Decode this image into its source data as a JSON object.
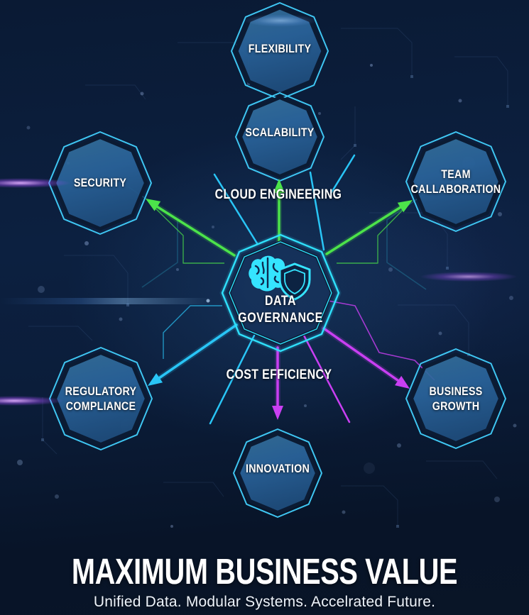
{
  "diagram": {
    "title": "MAXIMUM BUSINESS VALUE",
    "subtitle": "Unified Data. Modular Systems. Accelrated Future.",
    "center": {
      "label": "DATA GOVERNANCE",
      "icons": [
        "brain-icon",
        "shield-icon"
      ]
    },
    "edge_labels": {
      "cloud_engineering": "CLOUD ENGINEERING",
      "cost_efficiency": "COST EFFICIENCY"
    },
    "nodes": [
      {
        "id": "flexibility",
        "label": "FLEXIBILITY"
      },
      {
        "id": "scalability",
        "label": "SCALABILITY"
      },
      {
        "id": "security",
        "label": "SECURITY"
      },
      {
        "id": "team-collaboration",
        "label": "TEAM\nCALLABORATION"
      },
      {
        "id": "regulatory-compliance",
        "label": "REGULATORY\nCOMPLIANCE"
      },
      {
        "id": "business-growth",
        "label": "BUSINESS\nGROWTH"
      },
      {
        "id": "innovation",
        "label": "INNOVATION"
      }
    ],
    "colors": {
      "background": "#0b1d3a",
      "node_fill": "#2c6aa0",
      "node_border_cyan": "#3fc6f2",
      "center_border_cyan": "#2fe0fb",
      "arrow_green": "#4ce34a",
      "arrow_cyan": "#29c5f6",
      "arrow_magenta": "#c93ff2",
      "flare_purple": "#b46bf5",
      "text": "#ffffff"
    }
  }
}
